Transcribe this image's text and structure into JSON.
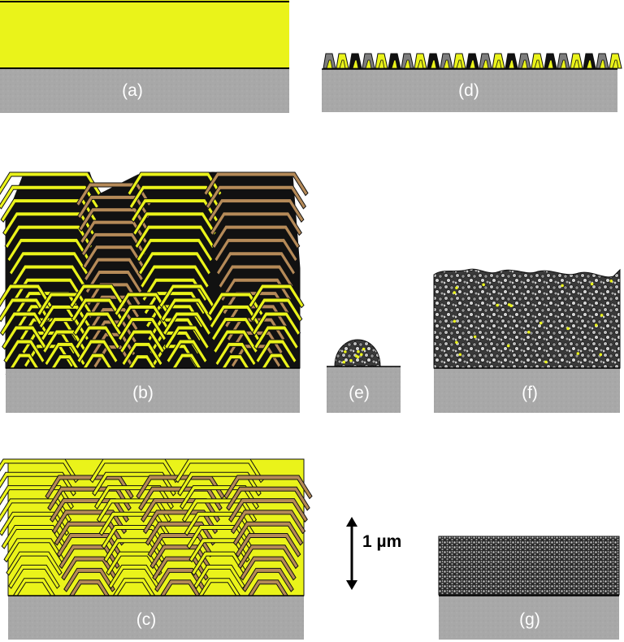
{
  "panels": {
    "a": {
      "label": "(a)"
    },
    "b": {
      "label": "(b)"
    },
    "c": {
      "label": "(c)"
    },
    "d": {
      "label": "(d)"
    },
    "e": {
      "label": "(e)"
    },
    "f": {
      "label": "(f)"
    },
    "g": {
      "label": "(g)"
    }
  },
  "scale_bar": {
    "label": "1 µm"
  },
  "colors": {
    "substrate": "#a7a7a7",
    "yellow_grain": "#eaf31a",
    "brown_grain": "#b58a58",
    "dark": "#111111"
  }
}
